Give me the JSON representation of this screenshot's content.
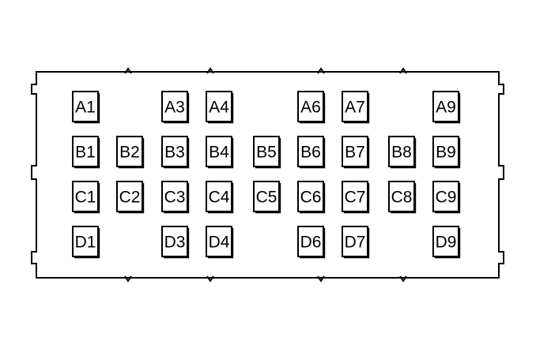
{
  "connector": {
    "rows": [
      {
        "row": "A",
        "pins": [
          "A1",
          "",
          "A3",
          "A4",
          "",
          "A6",
          "A7",
          "",
          "A9"
        ]
      },
      {
        "row": "B",
        "pins": [
          "B1",
          "B2",
          "B3",
          "B4",
          "B5",
          "B6",
          "B7",
          "B8",
          "B9"
        ]
      },
      {
        "row": "C",
        "pins": [
          "C1",
          "C2",
          "C3",
          "C4",
          "C5",
          "C6",
          "C7",
          "C8",
          "C9"
        ]
      },
      {
        "row": "D",
        "pins": [
          "D1",
          "",
          "D3",
          "D4",
          "",
          "D6",
          "D7",
          "",
          "D9"
        ]
      }
    ]
  }
}
